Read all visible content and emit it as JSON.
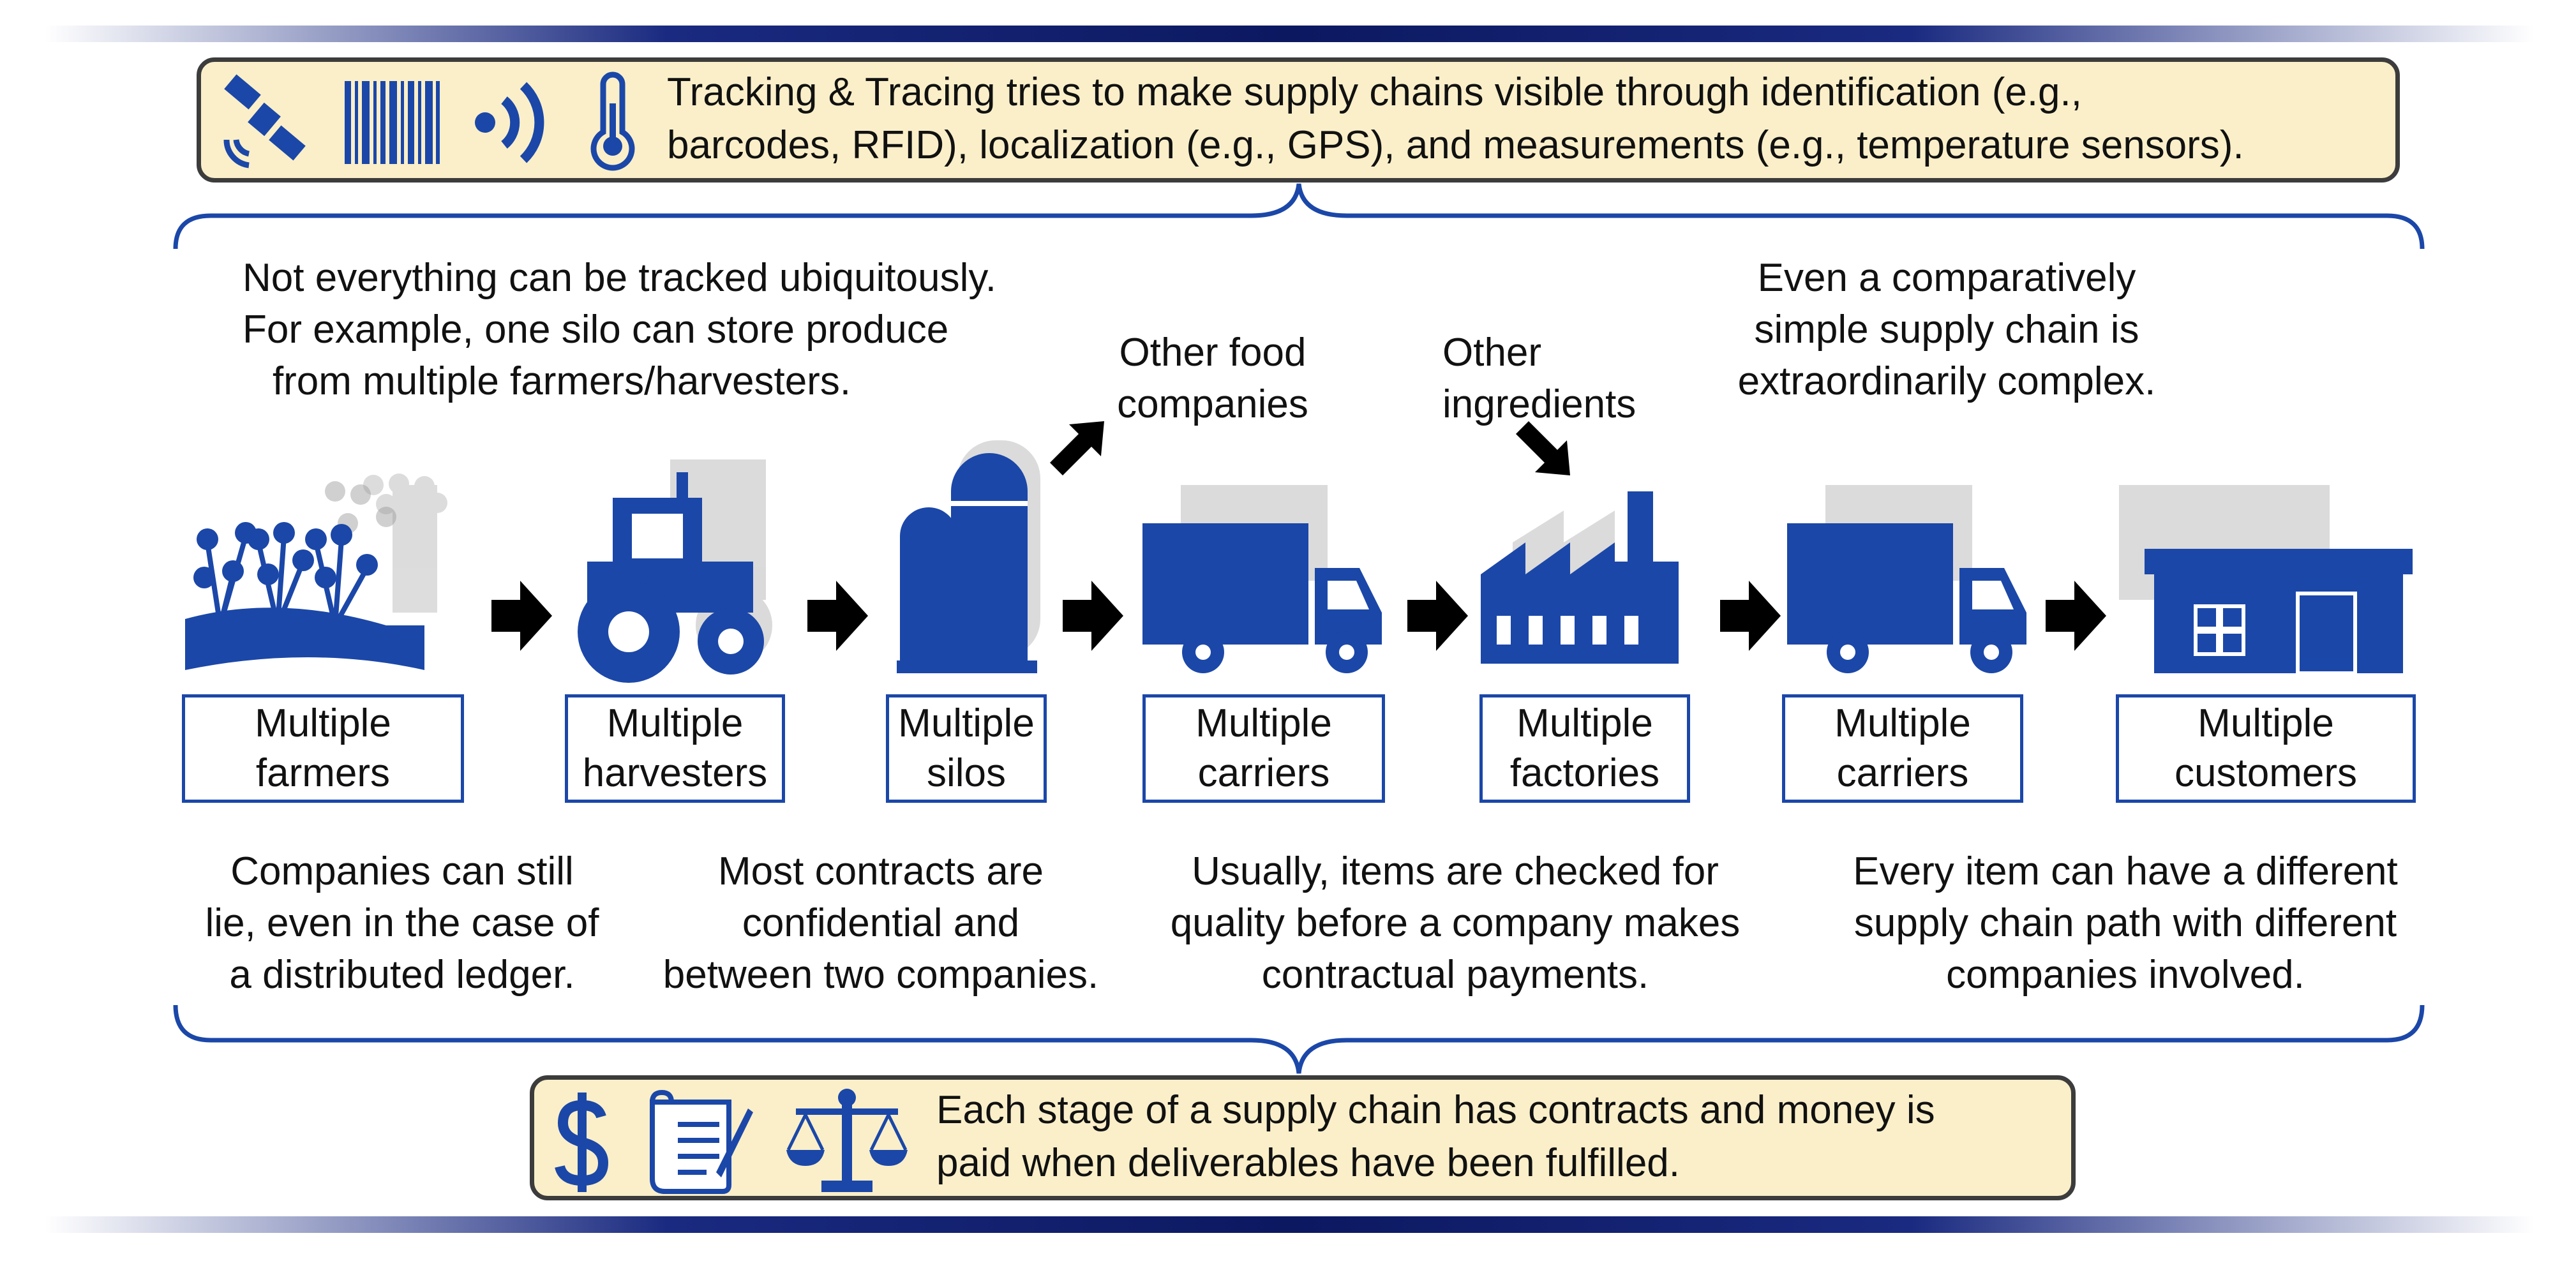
{
  "top_info": {
    "icons": [
      "satellite-icon",
      "barcode-icon",
      "rfid-signal-icon",
      "thermometer-icon"
    ],
    "line1": "Tracking & Tracing tries to make supply chains visible through identification (e.g.,",
    "line2": "barcodes, RFID), localization (e.g., GPS), and measurements (e.g., temperature sensors)."
  },
  "bottom_info": {
    "icons": [
      "dollar-icon",
      "contract-icon",
      "scales-icon"
    ],
    "line1": "Each stage of a supply chain has contracts and money is",
    "line2": "paid when deliverables have been fulfilled."
  },
  "top_notes": {
    "tracking": [
      "Not everything can be tracked ubiquitously.",
      "For example, one silo can store produce",
      "from multiple farmers/harvesters."
    ],
    "food": [
      "Other food",
      "companies"
    ],
    "ingredients": [
      "Other",
      "ingredients"
    ],
    "complex": [
      "Even a comparatively",
      "simple supply chain is",
      "extraordinarily complex."
    ]
  },
  "stages": [
    {
      "icon": "field-icon",
      "line1": "Multiple",
      "line2": "farmers"
    },
    {
      "icon": "tractor-icon",
      "line1": "Multiple",
      "line2": "harvesters"
    },
    {
      "icon": "silo-icon",
      "line1": "Multiple",
      "line2": "silos"
    },
    {
      "icon": "truck-icon",
      "line1": "Multiple",
      "line2": "carriers"
    },
    {
      "icon": "factory-icon",
      "line1": "Multiple",
      "line2": "factories"
    },
    {
      "icon": "truck-icon",
      "line1": "Multiple",
      "line2": "carriers"
    },
    {
      "icon": "store-icon",
      "line1": "Multiple",
      "line2": "customers"
    }
  ],
  "bottom_notes": {
    "lie": [
      "Companies can still",
      "lie, even in the case of",
      "a distributed ledger."
    ],
    "contracts": [
      "Most contracts are",
      "confidential and",
      "between two companies."
    ],
    "quality": [
      "Usually, items are checked for",
      "quality before a company makes",
      "contractual payments."
    ],
    "path": [
      "Every item can have a different",
      "supply chain path with different",
      "companies involved."
    ]
  },
  "colors": {
    "blue": "#1b47a8",
    "box_fill": "#faefc9",
    "box_border": "#3c3c3c",
    "arrow": "#000000",
    "banner": "#0c1860"
  }
}
